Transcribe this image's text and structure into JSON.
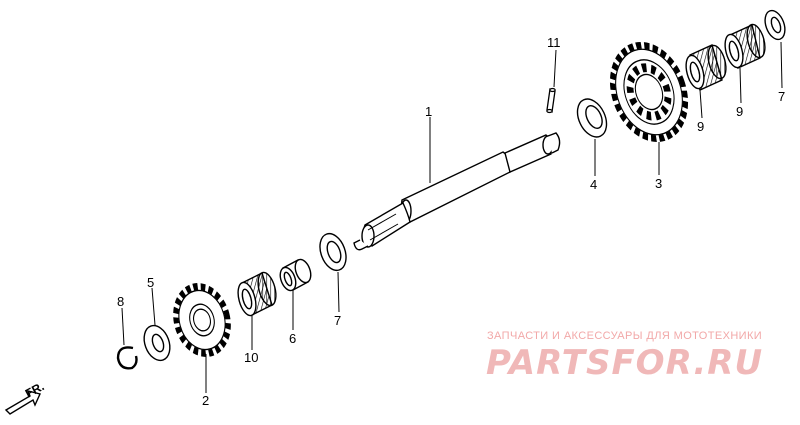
{
  "watermark": {
    "caption": "ЗАПЧАСТИ И АКСЕССУАРЫ ДЛЯ МОТОТЕХНИКИ",
    "logo": "PARTSFOR.RU"
  },
  "direction_label": "FR.",
  "callouts": [
    {
      "id": "1",
      "label": "1"
    },
    {
      "id": "2",
      "label": "2"
    },
    {
      "id": "3",
      "label": "3"
    },
    {
      "id": "4",
      "label": "4"
    },
    {
      "id": "5",
      "label": "5"
    },
    {
      "id": "6",
      "label": "6"
    },
    {
      "id": "7a",
      "label": "7"
    },
    {
      "id": "7b",
      "label": "7"
    },
    {
      "id": "8",
      "label": "8"
    },
    {
      "id": "9a",
      "label": "9"
    },
    {
      "id": "9b",
      "label": "9"
    },
    {
      "id": "10",
      "label": "10"
    },
    {
      "id": "11",
      "label": "11"
    }
  ]
}
